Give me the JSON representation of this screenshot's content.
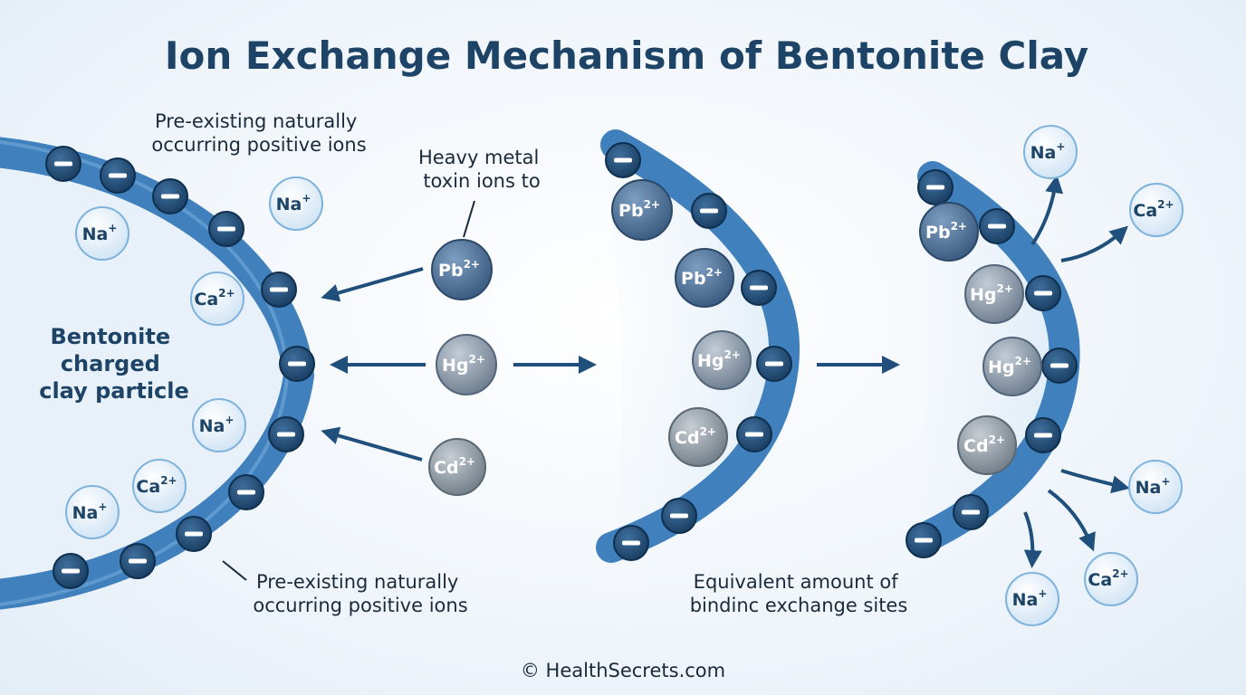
{
  "title": "Ion Exchange Mechanism of Bentonite Clay",
  "labels": {
    "top_left": [
      "Pre-existing naturally",
      "occurring positive ions"
    ],
    "heavy_metal": [
      "Heavy metal",
      "toxin ions to"
    ],
    "particle": [
      "Bentonite",
      "charged",
      "clay particle"
    ],
    "bottom_left": [
      "Pre-existing naturally",
      "occurring positive ions"
    ],
    "exchange_sites": [
      "Equivalent amount of",
      "bindinc exchange sites"
    ]
  },
  "ions": {
    "na": {
      "symbol": "Na",
      "charge": "+"
    },
    "ca": {
      "symbol": "Ca",
      "charge": "2+"
    },
    "pb": {
      "symbol": "Pb",
      "charge": "2+"
    },
    "hg": {
      "symbol": "Hg",
      "charge": "2+"
    },
    "cd": {
      "symbol": "Cd",
      "charge": "2+"
    }
  },
  "footer": "© HealthSecrets.com",
  "colors": {
    "title": "#1d4466",
    "membrane": "#3f80bd",
    "membrane_dark": "#2a5f93",
    "negative_site": "#1e4a72",
    "arrow": "#1f4f7a",
    "light_ion_fill": "#e2f0fb",
    "light_ion_stroke": "#7fb3dc",
    "pb_fill": "#476a8e",
    "hg_fill": "#7f8fa1",
    "cd_fill": "#8b969f"
  }
}
